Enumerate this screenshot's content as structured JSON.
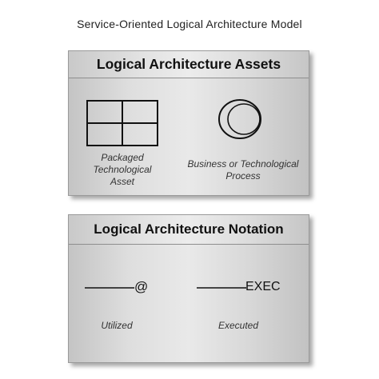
{
  "title": "Service-Oriented Logical Architecture Model",
  "assets_panel": {
    "header": "Logical Architecture Assets",
    "items": [
      {
        "icon": "four-cell-grid-icon",
        "label_lines": [
          "Packaged",
          "Technological",
          "Asset"
        ]
      },
      {
        "icon": "crescent-circle-icon",
        "label_lines": [
          "Business or Technological",
          "Process"
        ]
      }
    ]
  },
  "notation_panel": {
    "header": "Logical Architecture Notation",
    "items": [
      {
        "icon": "line-with-at-icon",
        "symbol": "@",
        "label": "Utilized"
      },
      {
        "icon": "line-with-exec-icon",
        "symbol": "EXEC",
        "label": "Executed"
      }
    ]
  }
}
